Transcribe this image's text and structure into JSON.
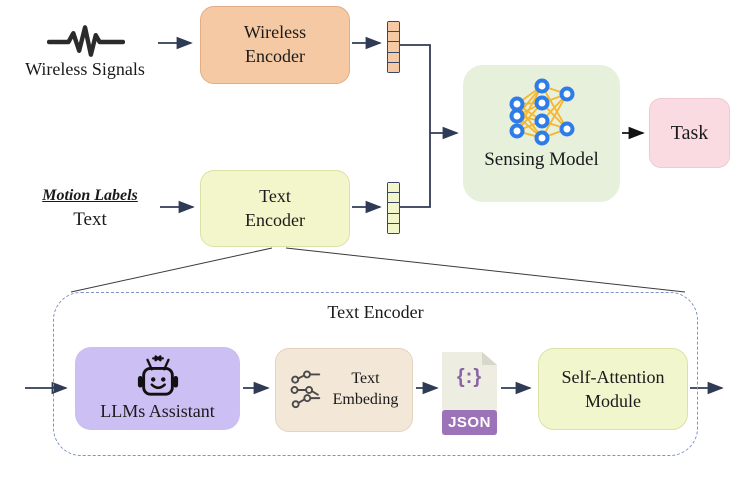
{
  "top": {
    "wireless_input_label": "Wireless Signals",
    "wireless_encoder": {
      "line1": "Wireless",
      "line2": "Encoder"
    },
    "sensing_model_label": "Sensing Model",
    "task_label": "Task",
    "motion_labels": "Motion Labels",
    "motion_sublabel": "Text",
    "text_encoder": {
      "line1": "Text",
      "line2": "Encoder"
    }
  },
  "detail": {
    "title": "Text Encoder",
    "llms_label": "LLMs Assistant",
    "embeding": {
      "line1": "Text",
      "line2": "Embeding"
    },
    "json_symbol": "{:}",
    "json_label": "JSON",
    "self_attention": {
      "line1": "Self-Attention",
      "line2": "Module"
    }
  },
  "icons": [
    "waveform-icon",
    "neural-network-icon",
    "robot-icon",
    "circuit-nodes-icon",
    "json-file-icon"
  ],
  "colors": {
    "wireless_encoder_fill": "#F5C9A3",
    "sensing_model_fill": "#E6F0DB",
    "task_fill": "#F9DBE1",
    "text_encoder_fill": "#F3F6CB",
    "llms_fill": "#CBBFF4",
    "embeding_fill": "#F3E7D7",
    "self_attention_fill": "#F1F6CC",
    "json_purple": "#9C72B8",
    "json_symbol_purple": "#8D64A8",
    "dashed_border_blue": "#8091CC",
    "arrow_navy": "#2F3B55",
    "arrow_black": "#111111",
    "nn_node_blue": "#2E7CE8",
    "nn_link_orange": "#F8B62D"
  }
}
